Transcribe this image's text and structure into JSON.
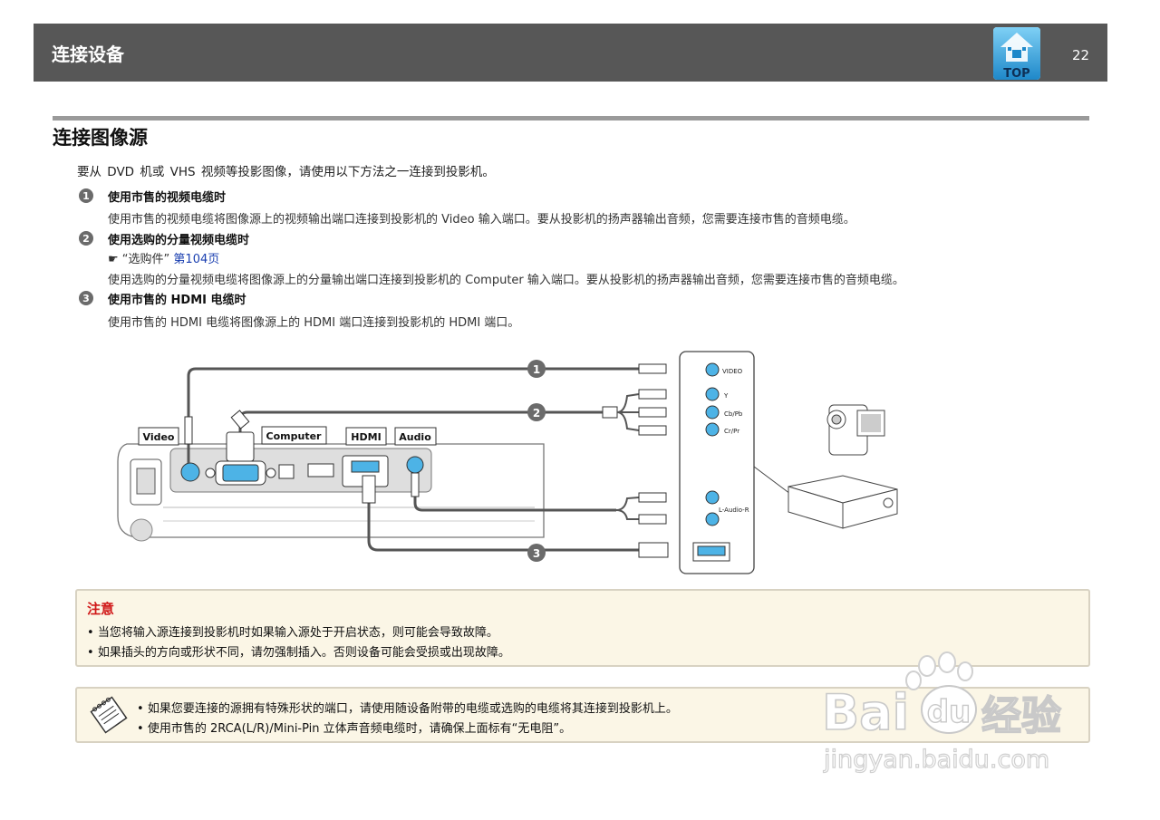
{
  "header": {
    "title": "连接设备",
    "top_label": "TOP",
    "page_number": "22"
  },
  "section": {
    "title": "连接图像源"
  },
  "intro": "要从 DVD 机或 VHS 视频等投影图像，请使用以下方法之一连接到投影机。",
  "items": [
    {
      "num": "1",
      "title": "使用市售的视频电缆时",
      "text": "使用市售的视频电缆将图像源上的视频输出端口连接到投影机的 Video 输入端口。要从投影机的扬声器输出音频，您需要连接市售的音频电缆。"
    },
    {
      "num": "2",
      "title": "使用选购的分量视频电缆时",
      "ref_quote": "“选购件”",
      "ref_link": "第104页",
      "text": "使用选购的分量视频电缆将图像源上的分量输出端口连接到投影机的 Computer 输入端口。要从投影机的扬声器输出音频，您需要连接市售的音频电缆。"
    },
    {
      "num": "3",
      "title": "使用市售的 HDMI 电缆时",
      "text": "使用市售的 HDMI 电缆将图像源上的 HDMI 端口连接到投影机的 HDMI 端口。"
    }
  ],
  "diagram": {
    "projector_ports": {
      "video": "Video",
      "computer": "Computer",
      "hdmi": "HDMI",
      "audio": "Audio"
    },
    "source_ports": {
      "video": "VIDEO",
      "y": "Y",
      "cb": "Cb/Pb",
      "cr": "Cr/Pr",
      "audio": "L-Audio-R"
    },
    "cable_numbers": [
      "1",
      "2",
      "3"
    ]
  },
  "caution": {
    "title": "注意",
    "items": [
      "当您将输入源连接到投影机时如果输入源处于开启状态，则可能会导致故障。",
      "如果插头的方向或形状不同，请勿强制插入。否则设备可能会受损或出现故障。"
    ]
  },
  "note": {
    "items": [
      "如果您要连接的源拥有特殊形状的端口，请使用随设备附带的电缆或选购的电缆将其连接到投影机上。",
      "使用市售的 2RCA(L/R)/Mini-Pin 立体声音频电缆时，请确保上面标有“无电阻”。"
    ]
  },
  "watermark": {
    "brand": "Bai",
    "brand_cn": "经验",
    "url": "jingyan.baidu.com"
  },
  "colors": {
    "header_bg": "#575757",
    "caution_title": "#d01818",
    "link": "#1a3fb0",
    "box_bg": "#fbf6e6",
    "port_blue": "#4db3e6"
  }
}
